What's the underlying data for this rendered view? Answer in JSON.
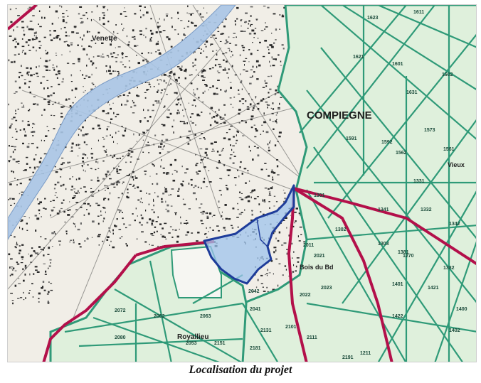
{
  "caption": "Localisation du projet",
  "map": {
    "town_labels": {
      "compiegne": "COMPIEGNE",
      "venette": "Venette",
      "royallieu": "Royallieu",
      "bois_du": "Bois du Bd",
      "vieux": "Vieux"
    },
    "parcels": [
      {
        "text": "1623"
      },
      {
        "text": "1611"
      },
      {
        "text": "1621"
      },
      {
        "text": "1601"
      },
      {
        "text": "1602"
      },
      {
        "text": "1631"
      },
      {
        "text": "1591"
      },
      {
        "text": "1592"
      },
      {
        "text": "1573"
      },
      {
        "text": "1561"
      },
      {
        "text": "1562"
      },
      {
        "text": "1331"
      },
      {
        "text": "1341"
      },
      {
        "text": "1332"
      },
      {
        "text": "1342"
      },
      {
        "text": "1301"
      },
      {
        "text": "1302"
      },
      {
        "text": "1303"
      },
      {
        "text": "1381"
      },
      {
        "text": "1382"
      },
      {
        "text": "1401"
      },
      {
        "text": "1421"
      },
      {
        "text": "1422"
      },
      {
        "text": "1402"
      },
      {
        "text": "2011"
      },
      {
        "text": "2021"
      },
      {
        "text": "2022"
      },
      {
        "text": "2023"
      },
      {
        "text": "2041"
      },
      {
        "text": "2042"
      },
      {
        "text": "2053"
      },
      {
        "text": "2062"
      },
      {
        "text": "2063"
      },
      {
        "text": "2072"
      },
      {
        "text": "2080"
      },
      {
        "text": "2101"
      },
      {
        "text": "2111"
      },
      {
        "text": "2131"
      },
      {
        "text": "2151"
      },
      {
        "text": "2181"
      },
      {
        "text": "2191"
      },
      {
        "text": "1270"
      },
      {
        "text": "1400"
      },
      {
        "text": "1211"
      }
    ],
    "colors": {
      "forest": "#dff0dc",
      "forest_line": "#2f9a78",
      "boundary": "#b3104a",
      "project_fill": "#9ec3ec",
      "project_line": "#1e3c9a",
      "river": "#a9c6e6",
      "urban": "#2a2a2a"
    }
  }
}
